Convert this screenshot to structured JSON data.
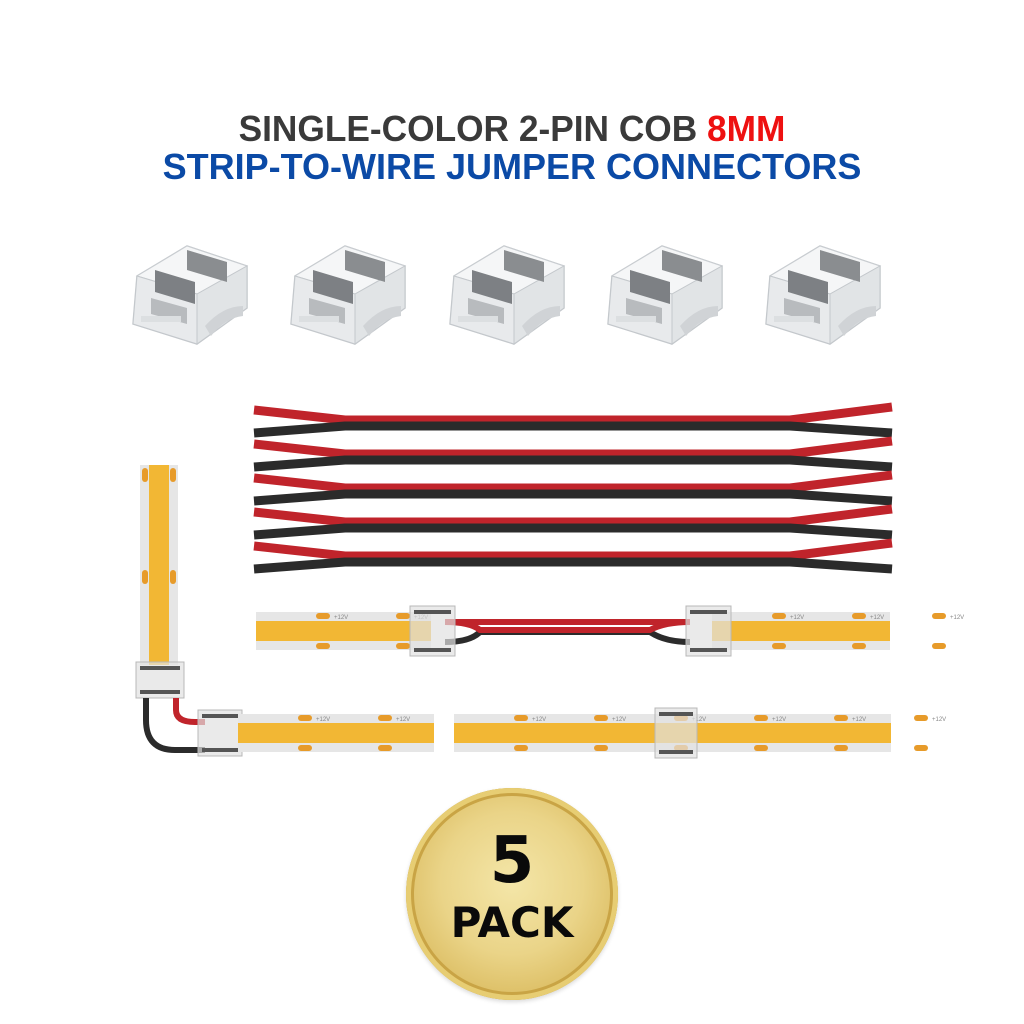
{
  "header": {
    "line1_main": "SINGLE-COLOR 2-PIN COB ",
    "line1_highlight": "8MM",
    "line2": "STRIP-TO-WIRE JUMPER CONNECTORS"
  },
  "colors": {
    "title_dark": "#3a3a3a",
    "title_blue": "#0b4aa6",
    "highlight_red": "#ee1111",
    "wire_red": "#c0242b",
    "wire_black": "#2b2b2b",
    "strip_yellow": "#f2b734",
    "strip_base": "#e6e6e6"
  },
  "connectors": [
    {
      "name": "connector-1"
    },
    {
      "name": "connector-2"
    },
    {
      "name": "connector-3"
    },
    {
      "name": "connector-4"
    },
    {
      "name": "connector-5"
    }
  ],
  "wire_count": 5,
  "strip_labels": {
    "positive": "+12V",
    "negative": "—"
  },
  "badge": {
    "quantity": "5",
    "label": "PACK"
  }
}
